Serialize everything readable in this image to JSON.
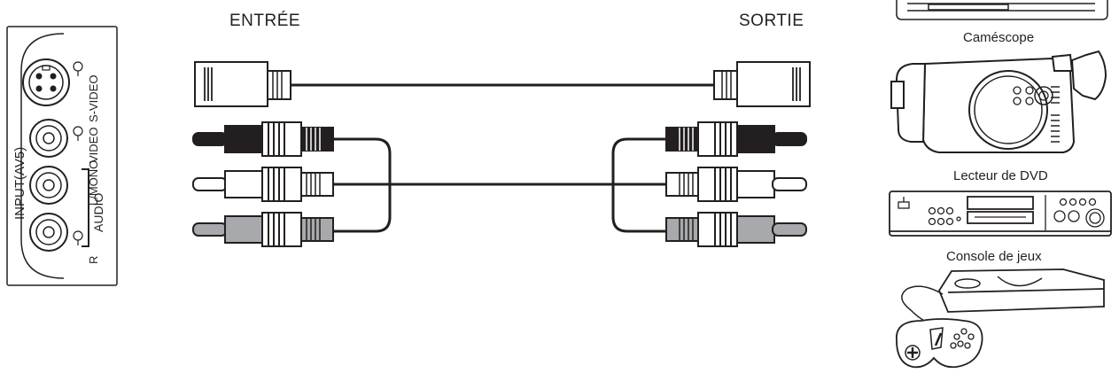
{
  "header": {
    "input_label": "ENTRÉE",
    "output_label": "SORTIE"
  },
  "panel": {
    "title": "INPUT(AV5)",
    "svideo_label": "S-VIDEO",
    "video_label": "VIDEO",
    "lmono_label": "L/MONO",
    "audio_label": "AUDIO",
    "r_label": "R"
  },
  "devices": [
    {
      "label": "Caméscope"
    },
    {
      "label": "Lecteur de DVD"
    },
    {
      "label": "Console de jeux"
    }
  ],
  "colors": {
    "line": "#231f20",
    "plug_black": "#231f20",
    "plug_white": "#ffffff",
    "plug_gray": "#a7a9ac"
  }
}
